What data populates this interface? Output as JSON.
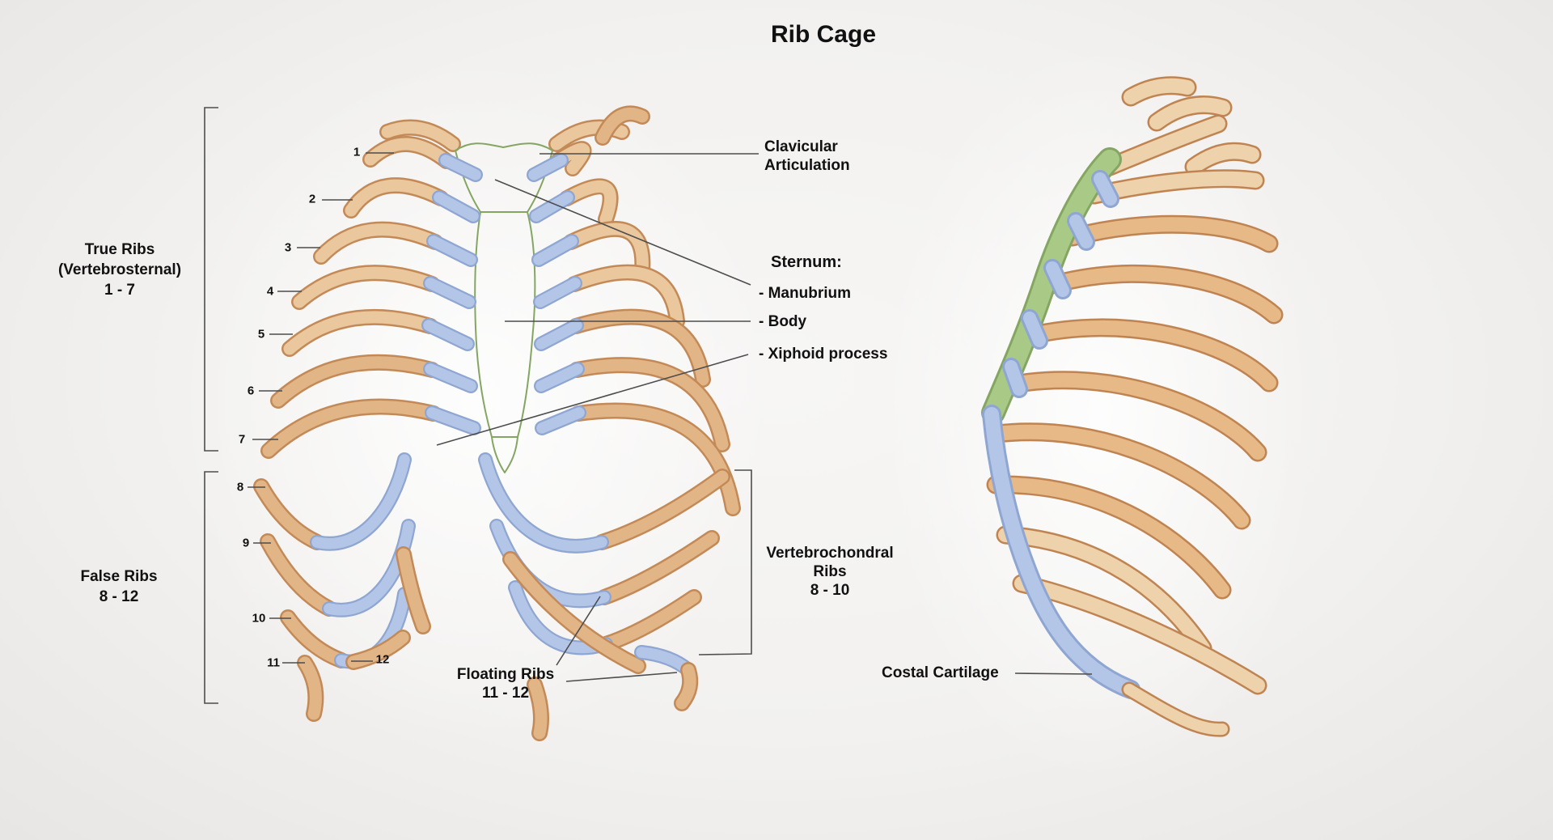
{
  "title": "Rib Cage",
  "left_panel": {
    "true_ribs": {
      "line1": "True Ribs",
      "line2": "(Vertebrosternal)",
      "line3": "1 - 7"
    },
    "false_ribs": {
      "line1": "False Ribs",
      "line2": "8 - 12"
    }
  },
  "rib_numbers": [
    "1",
    "2",
    "3",
    "4",
    "5",
    "6",
    "7",
    "8",
    "9",
    "10",
    "11",
    "12"
  ],
  "annotations": {
    "clavicular": {
      "line1": "Clavicular",
      "line2": "Articulation"
    },
    "sternum": {
      "heading": "Sternum:",
      "manubrium": "- Manubrium",
      "body": "- Body",
      "xiphoid": "- Xiphoid process"
    },
    "vertebrochondral": {
      "line1": "Vertebrochondral",
      "line2": "Ribs",
      "line3": "8 - 10"
    },
    "floating": {
      "line1": "Floating Ribs",
      "line2": "11 - 12"
    },
    "costal_cartilage": "Costal Cartilage"
  },
  "colors": {
    "background": "#f1f0ee",
    "bone_main": "#eac79c",
    "bone_edge": "#c38a58",
    "cartilage_blue": "#b4c6e8",
    "sternum_green": "#a9c987",
    "leader_line": "#4d4d4d",
    "text": "#111111"
  }
}
